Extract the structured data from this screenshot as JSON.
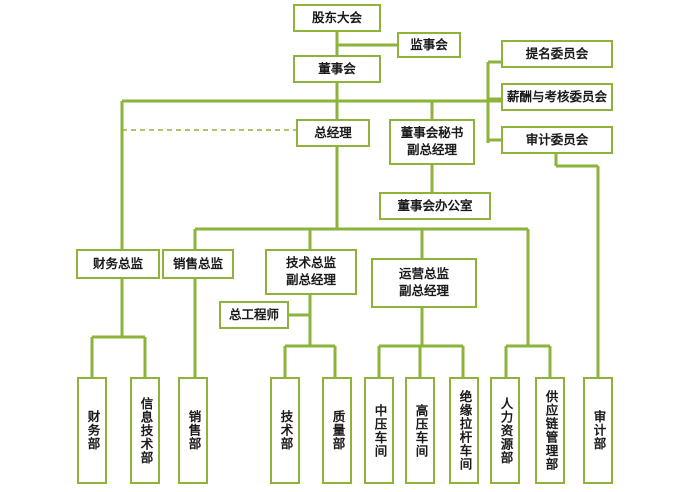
{
  "colors": {
    "line": "#8db33a",
    "text": "#1a1a1a",
    "background": "#ffffff"
  },
  "nodes": {
    "shareholders": "股东大会",
    "supervisory_board": "监事会",
    "board": "董事会",
    "nomination_committee": "提名委员会",
    "compensation_committee": "薪酬与考核委员会",
    "general_manager": "总经理",
    "board_secretary": {
      "line1": "董事会秘书",
      "line2": "副总经理"
    },
    "audit_committee": "审计委员会",
    "board_office": "董事会办公室",
    "finance_director": "财务总监",
    "sales_director": "销售总监",
    "tech_director": {
      "line1": "技术总监",
      "line2": "副总经理"
    },
    "operations_director": {
      "line1": "运营总监",
      "line2": "副总经理"
    },
    "chief_engineer": "总工程师",
    "finance_dept": "财务部",
    "it_dept": "信息技术部",
    "sales_dept": "销售部",
    "tech_dept": "技术部",
    "quality_dept": "质量部",
    "mv_workshop": "中压车间",
    "hv_workshop": "高压车间",
    "insulator_workshop": "绝缘拉杆车间",
    "hr_dept": "人力资源部",
    "supply_chain_dept": "供应链管理部",
    "audit_dept": "审计部"
  }
}
